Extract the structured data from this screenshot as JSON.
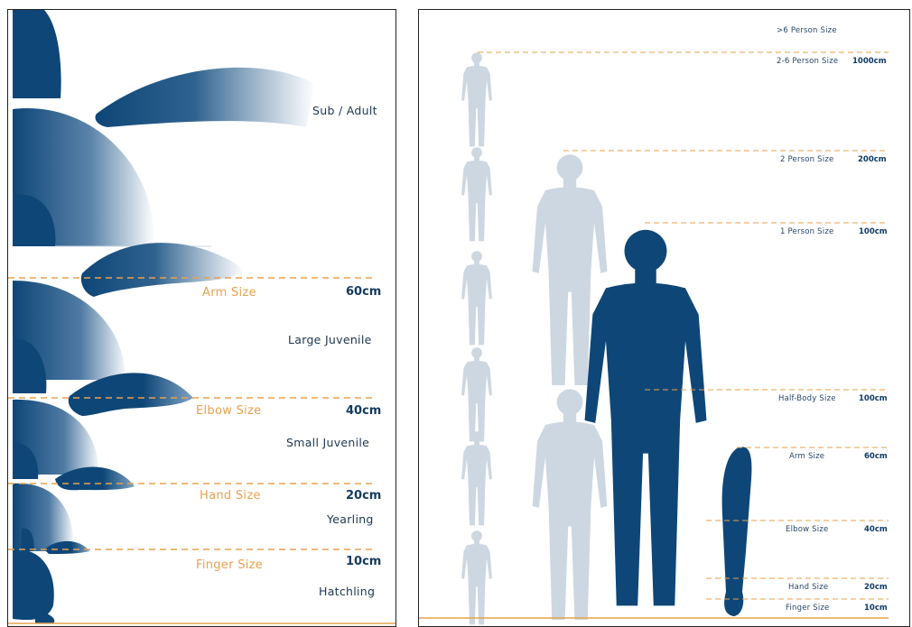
{
  "left_panel": {
    "stages": [
      "Sub / Adult",
      "Large Juvenile",
      "Small Juvenile",
      "Yearling",
      "Hatchling"
    ],
    "size_rows": [
      {
        "label": "Arm Size",
        "value": "60cm"
      },
      {
        "label": "Elbow Size",
        "value": "40cm"
      },
      {
        "label": "Hand Size",
        "value": "20cm"
      },
      {
        "label": "Finger Size",
        "value": "10cm"
      }
    ]
  },
  "right_panel": {
    "size_rows": [
      {
        "label": ">6 Person Size",
        "value": ""
      },
      {
        "label": "2-6 Person Size",
        "value": "1000cm"
      },
      {
        "label": "2 Person Size",
        "value": "200cm"
      },
      {
        "label": "1 Person Size",
        "value": "100cm"
      },
      {
        "label": "Half-Body Size",
        "value": "100cm"
      },
      {
        "label": "Arm Size",
        "value": "60cm"
      },
      {
        "label": "Elbow Size",
        "value": "40cm"
      },
      {
        "label": "Hand Size",
        "value": "20cm"
      },
      {
        "label": "Finger Size",
        "value": "10cm"
      }
    ]
  },
  "colors": {
    "navy": "#0e4677",
    "light_figure": "#cdd7e1",
    "orange_dash": "#e7a24e",
    "text_dark": "#1d3550"
  }
}
